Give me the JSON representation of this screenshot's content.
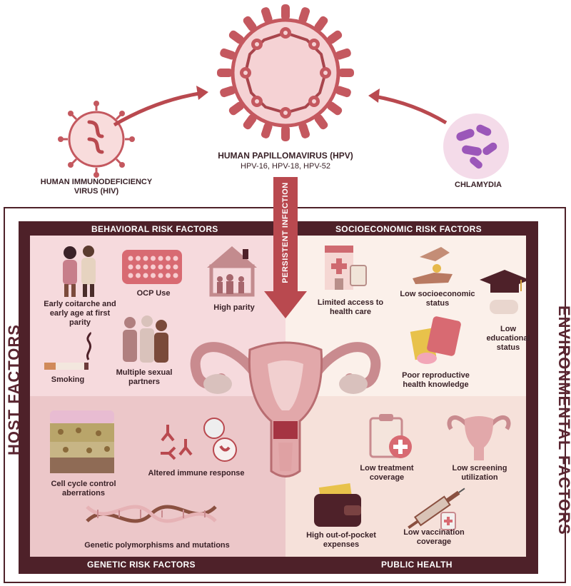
{
  "top": {
    "hpv_title": "HUMAN PAPILLOMAVIRUS (HPV)",
    "hpv_types": "HPV-16, HPV-18, HPV-52",
    "hiv_label_line1": "HUMAN IMMUNODEFICIENCY",
    "hiv_label_line2": "VIRUS (HIV)",
    "chlamydia_label": "CHLAMYDIA",
    "persistent_infection": "PERSISTENT INFECTION"
  },
  "sides": {
    "host": "HOST FACTORS",
    "environmental": "ENVIRONMENTAL FACTORS"
  },
  "quadrants": {
    "behavioral": {
      "title": "BEHAVIORAL RISK FACTORS",
      "items": {
        "early_coitarche": "Early coitarche and early age at first parity",
        "ocp": "OCP Use",
        "high_parity": "High parity",
        "smoking": "Smoking",
        "multiple_partners": "Multiple sexual partners"
      }
    },
    "socioeconomic": {
      "title": "SOCIOECONOMIC RISK FACTORS",
      "items": {
        "limited_access": "Limited access to health care",
        "low_ses": "Low socioeconomic status",
        "low_education": "Low educational status",
        "poor_knowledge": "Poor reproductive health knowledge"
      }
    },
    "genetic": {
      "title": "GENETIC RISK FACTORS",
      "items": {
        "cell_cycle": "Cell cycle control aberrations",
        "immune": "Altered immune response",
        "polymorphisms": "Genetic polymorphisms and mutations"
      }
    },
    "public_health": {
      "title": "PUBLIC HEALTH",
      "items": {
        "low_treatment": "Low treatment coverage",
        "low_screening": "Low screening utilization",
        "out_of_pocket": "High out-of-pocket expenses",
        "low_vaccination": "Low vaccination coverage"
      }
    }
  },
  "colors": {
    "frame": "#4e2129",
    "behavioral_bg": "#f6dadd",
    "socioeconomic_bg": "#fbf0ea",
    "genetic_bg": "#ecc7c9",
    "public_health_bg": "#f6e1da",
    "virus": "#c4585f"
  }
}
